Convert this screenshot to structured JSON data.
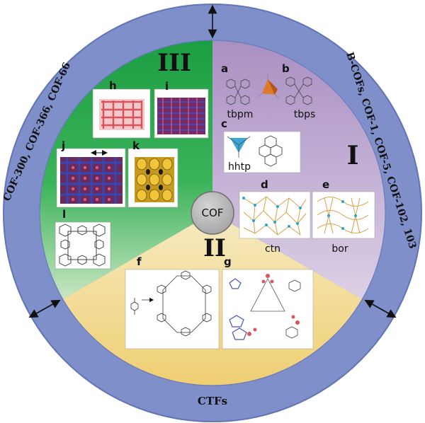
{
  "colors": {
    "outer_ring": "#7f8fc9",
    "outer_ring_edge": "#6273b6",
    "sector_green": "#22a548",
    "sector_purple": "#b29cc7",
    "sector_yellow": "#f3d580",
    "hub": "#b3b3b3"
  },
  "center": {
    "label": "COF"
  },
  "sectors": {
    "green": {
      "numeral": "III",
      "ring_label": "COF-300, COF-366, COF-66"
    },
    "purple": {
      "numeral": "I",
      "ring_label": "B-COFs, COF-1, COF-5, COF-102, 103"
    },
    "yellow": {
      "numeral": "II",
      "ring_label": "CTFs"
    }
  },
  "panels": {
    "a": {
      "letter": "a",
      "caption": "tbpm"
    },
    "b": {
      "letter": "b",
      "caption": "tbps"
    },
    "c": {
      "letter": "c",
      "caption": "hhtp"
    },
    "d": {
      "letter": "d",
      "caption": "ctn"
    },
    "e": {
      "letter": "e",
      "caption": "bor"
    },
    "f": {
      "letter": "f",
      "caption": ""
    },
    "g": {
      "letter": "g",
      "caption": ""
    },
    "h": {
      "letter": "h",
      "caption": ""
    },
    "i": {
      "letter": "i",
      "caption": ""
    },
    "j": {
      "letter": "j",
      "caption": ""
    },
    "k": {
      "letter": "k",
      "caption": ""
    },
    "l": {
      "letter": "l",
      "caption": ""
    }
  },
  "icons": [
    "double-arrow-icon"
  ]
}
